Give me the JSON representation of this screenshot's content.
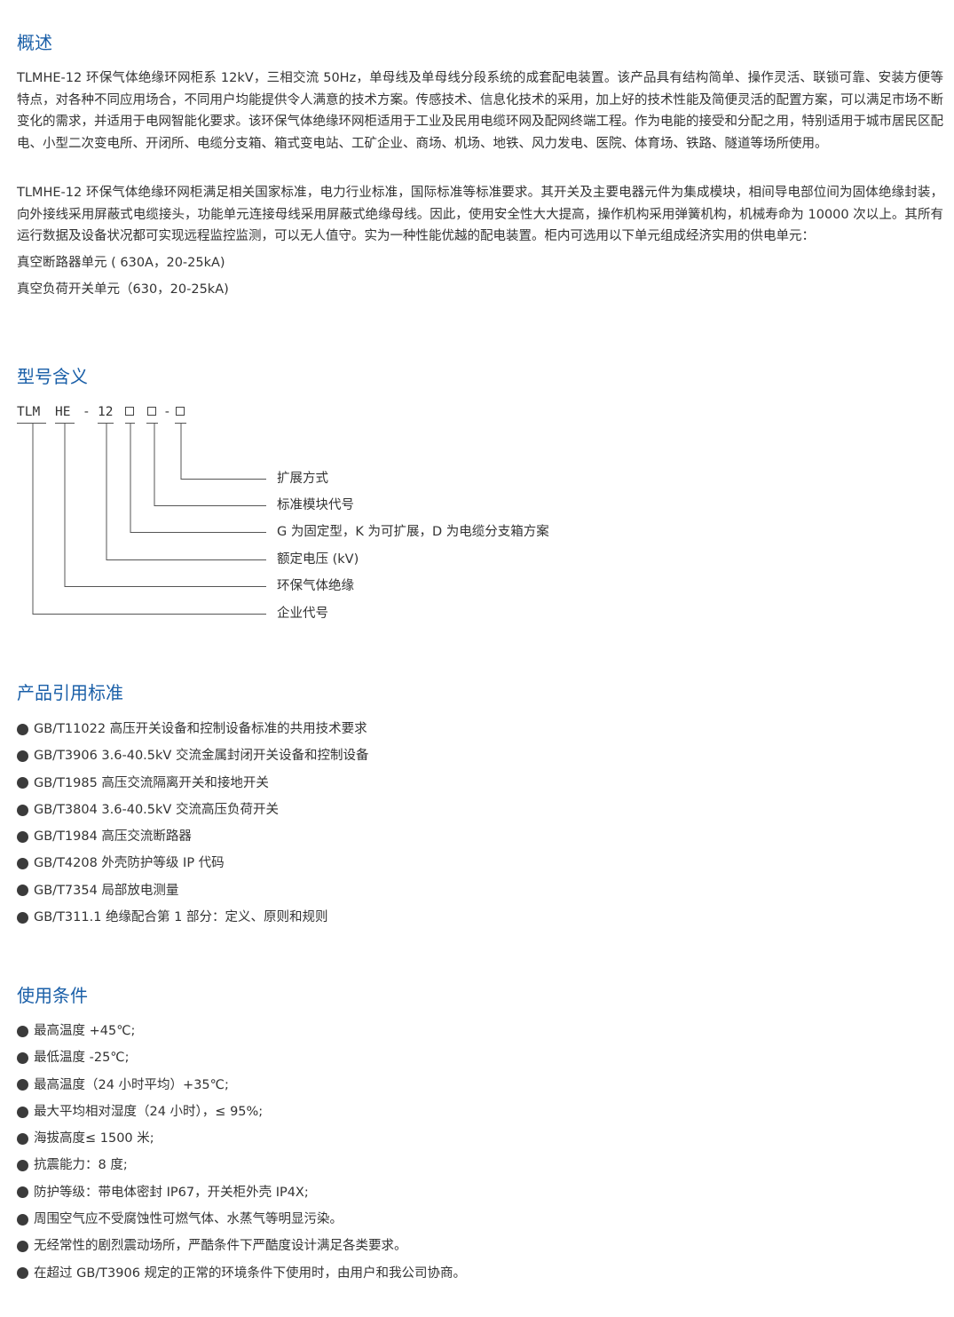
{
  "overview": {
    "title": "概述",
    "paragraphs": [
      "TLMHE-12 环保气体绝缘环网柜系 12kV，三相交流 50Hz，单母线及单母线分段系统的成套配电装置。该产品具有结构简单、操作灵活、联锁可靠、安装方便等特点，对各种不同应用场合，不同用户均能提供令人满意的技术方案。传感技术、信息化技术的采用，加上好的技术性能及简便灵活的配置方案，可以满足市场不断变化的需求，并适用于电网智能化要求。该环保气体绝缘环网柜适用于工业及民用电缆环网及配网终端工程。作为电能的接受和分配之用，特别适用于城市居民区配电、小型二次变电所、开闭所、电缆分支箱、箱式变电站、工矿企业、商场、机场、地铁、风力发电、医院、体育场、铁路、隧道等场所使用。",
      "TLMHE-12 环保气体绝缘环网柜满足相关国家标准，电力行业标准，国际标准等标准要求。其开关及主要电器元件为集成模块，相间导电部位间为固体绝缘封装，向外接线采用屏蔽式电缆接头，功能单元连接母线采用屏蔽式绝缘母线。因此，使用安全性大大提高，操作机构采用弹簧机构，机械寿命为 10000 次以上。其所有运行数据及设备状况都可实现远程监控监测，可以无人值守。实为一种性能优越的配电装置。柜内可选用以下单元组成经济实用的供电单元："
    ],
    "units": [
      "真空断路器单元 ( 630A，20-25kA)",
      "真空负荷开关单元（630，20-25kA)"
    ]
  },
  "model": {
    "title": "型号含义",
    "code_parts": [
      "TLM",
      "HE",
      "-",
      "12",
      "-"
    ],
    "labels": [
      "扩展方式",
      "标准模块代号",
      "G 为固定型，K 为可扩展，D 为电缆分支箱方案",
      "额定电压 (kV)",
      "环保气体绝缘",
      "企业代号"
    ]
  },
  "standards": {
    "title": "产品引用标准",
    "items": [
      "GB/T11022 高压开关设备和控制设备标准的共用技术要求",
      "GB/T3906 3.6-40.5kV 交流金属封闭开关设备和控制设备",
      "GB/T1985 高压交流隔离开关和接地开关",
      "GB/T3804 3.6-40.5kV 交流高压负荷开关",
      "GB/T1984 高压交流断路器",
      "GB/T4208 外壳防护等级 IP 代码",
      "GB/T7354 局部放电测量",
      "GB/T311.1 绝缘配合第 1 部分：定义、原则和规则"
    ]
  },
  "conditions": {
    "title": "使用条件",
    "items": [
      "最高温度 +45℃;",
      "最低温度 -25℃;",
      "最高温度（24 小时平均）+35℃;",
      "最大平均相对湿度（24 小时），≤ 95%;",
      "海拔高度≤ 1500 米;",
      "抗震能力：8 度;",
      "防护等级：带电体密封 IP67，开关柜外壳 IP4X;",
      "周围空气应不受腐蚀性可燃气体、水蒸气等明显污染。",
      "无经常性的剧烈震动场所，严酷条件下严酷度设计满足各类要求。",
      "在超过 GB/T3906 规定的正常的环境条件下使用时，由用户和我公司协商。"
    ]
  },
  "colors": {
    "heading": "#1a5fa8",
    "text": "#333333",
    "bullet": "#3b3b3b",
    "line": "#555555"
  }
}
